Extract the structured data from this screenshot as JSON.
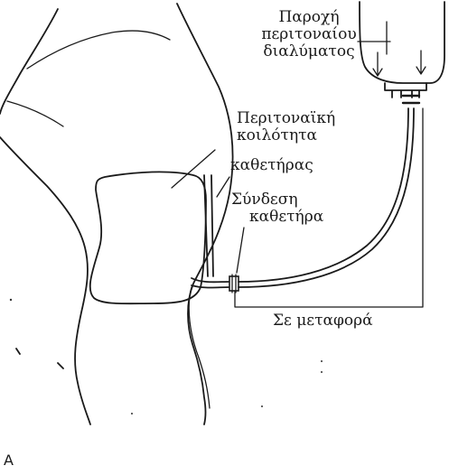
{
  "labels": {
    "dialysate_supply": [
      "Παροχή",
      "περιτοναίου",
      "διαλύματος"
    ],
    "peritoneal_cavity": [
      "Περιτοναϊκή",
      "κοιλότητα"
    ],
    "catheter": "καθετήρας",
    "catheter_connection": [
      "Σύνδεση",
      "καθετήρα"
    ],
    "in_transfer": "Σε μεταφορά",
    "panel_letter": "A"
  }
}
